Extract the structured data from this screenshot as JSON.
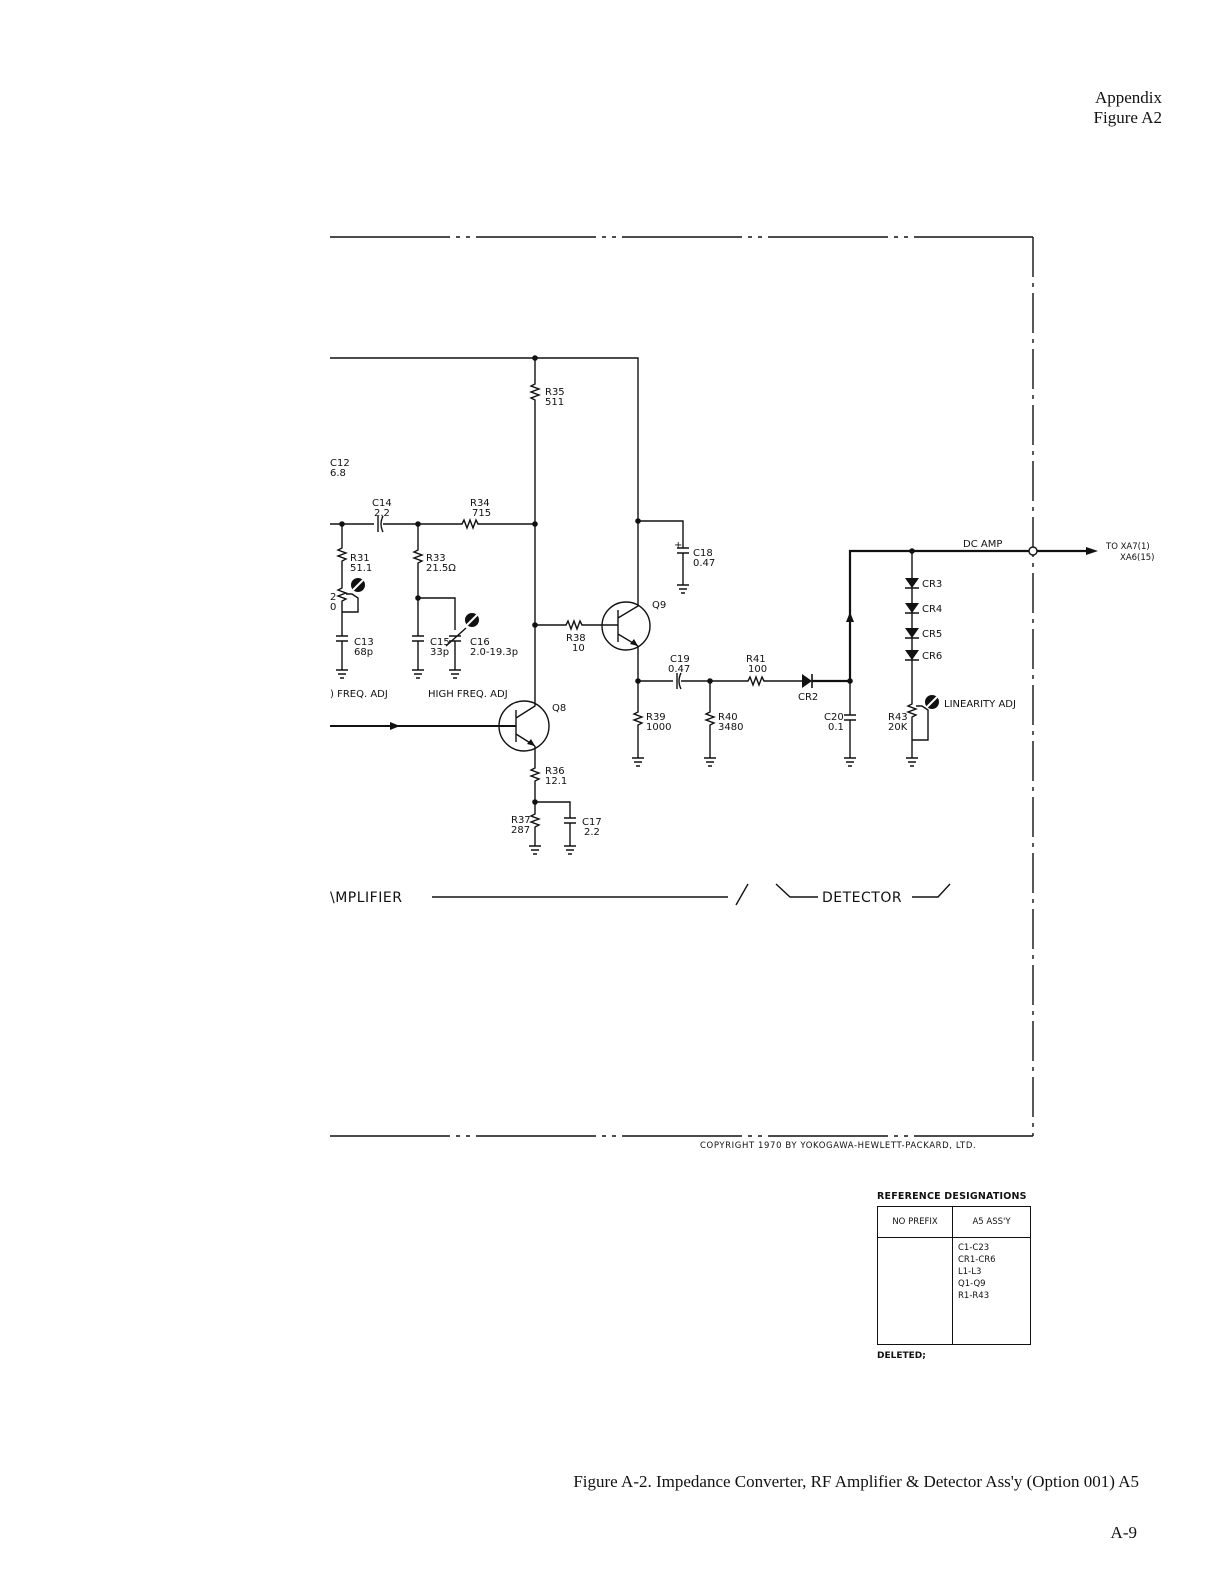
{
  "header": {
    "line1": "Appendix",
    "line2": "Figure A2"
  },
  "schematic": {
    "components": {
      "r35": {
        "ref": "R35",
        "value": "511"
      },
      "c12": {
        "ref": "C12",
        "value": "6.8"
      },
      "c14": {
        "ref": "C14",
        "value": "2.2"
      },
      "r34": {
        "ref": "R34",
        "value": "715"
      },
      "r31": {
        "ref": "R31",
        "value": "51.1"
      },
      "r33": {
        "ref": "R33",
        "value": "21.5Ω"
      },
      "c13": {
        "ref": "C13",
        "value": "68p"
      },
      "c15": {
        "ref": "C15",
        "value": "33p"
      },
      "c16": {
        "ref": "C16",
        "value": "2.0-19.3p"
      },
      "c18": {
        "ref": "C18",
        "value": "0.47"
      },
      "q9": {
        "ref": "Q9"
      },
      "r38": {
        "ref": "R38",
        "value": "10"
      },
      "c19": {
        "ref": "C19",
        "value": "0.47"
      },
      "r41": {
        "ref": "R41",
        "value": "100"
      },
      "cr2": {
        "ref": "CR2"
      },
      "q8": {
        "ref": "Q8"
      },
      "r39": {
        "ref": "R39",
        "value": "1000"
      },
      "r40": {
        "ref": "R40",
        "value": "3480"
      },
      "c20": {
        "ref": "C20",
        "value": "0.1"
      },
      "r43": {
        "ref": "R43",
        "value": "20K"
      },
      "r36": {
        "ref": "R36",
        "value": "12.1"
      },
      "r37": {
        "ref": "R37",
        "value": "287"
      },
      "c17": {
        "ref": "C17",
        "value": "2.2"
      },
      "cr3": {
        "ref": "CR3"
      },
      "cr4": {
        "ref": "CR4"
      },
      "cr5": {
        "ref": "CR5"
      },
      "cr6": {
        "ref": "CR6"
      }
    },
    "labels": {
      "dc_amp": "DC AMP",
      "to_line1": "TO XA7(1)",
      "to_line2": "XA6(15)",
      "low_freq_adj": ") FREQ. ADJ",
      "high_freq_adj": "HIGH FREQ. ADJ",
      "linearity_adj": "LINEARITY ADJ",
      "r31_extra_a": "2",
      "r31_extra_b": "0",
      "plus_sign": "+"
    },
    "sections": {
      "amplifier": "\\MPLIFIER",
      "detector": "DETECTOR"
    }
  },
  "copyright": "COPYRIGHT 1970 BY YOKOGAWA-HEWLETT-PACKARD, LTD.",
  "ref_designations": {
    "title": "REFERENCE DESIGNATIONS",
    "col1_header": "NO PREFIX",
    "col2_header": "A5 ASS'Y",
    "col2_items": [
      "C1-C23",
      "CR1-CR6",
      "L1-L3",
      "Q1-Q9",
      "R1-R43"
    ],
    "footer": "DELETED;"
  },
  "caption": "Figure A-2.  Impedance Converter, RF Amplifier & Detector Ass'y (Option 001) A5",
  "page_number": "A-9"
}
